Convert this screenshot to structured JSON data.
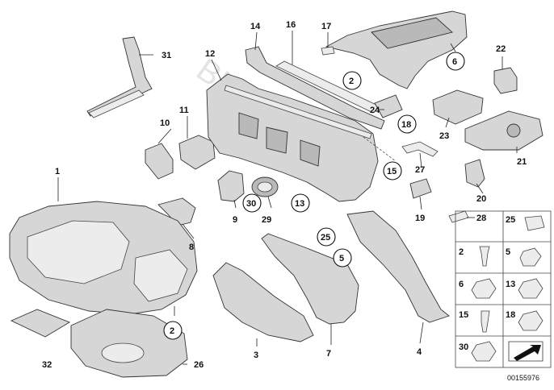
{
  "labels": {
    "l1": "1",
    "l2a": "2",
    "l2b": "2",
    "l2c": "2",
    "l3": "3",
    "l4": "4",
    "l5a": "5",
    "l5b": "5",
    "l6a": "6",
    "l6b": "6",
    "l7": "7",
    "l8": "8",
    "l9": "9",
    "l10": "10",
    "l11": "11",
    "l12": "12",
    "l13a": "13",
    "l13b": "13",
    "l14": "14",
    "l15a": "15",
    "l15b": "15",
    "l16": "16",
    "l17": "17",
    "l18a": "18",
    "l18b": "18",
    "l19": "19",
    "l20": "20",
    "l21": "21",
    "l22": "22",
    "l23": "23",
    "l24": "24",
    "l25a": "25",
    "l25b": "25",
    "l26": "26",
    "l27": "27",
    "l28": "28",
    "l29": "29",
    "l30a": "30",
    "l30b": "30",
    "l31": "31",
    "l32": "32"
  },
  "watermark": "BMWstore.pl",
  "reference_number": "00155976",
  "icons": [
    "arrow-icon"
  ]
}
